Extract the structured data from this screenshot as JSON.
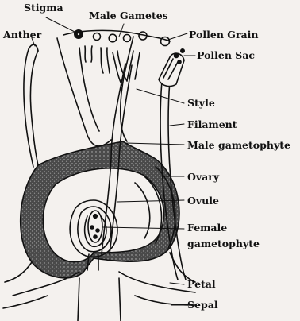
{
  "diagram": {
    "labels": {
      "stigma": "Stigma",
      "anther": "Anther",
      "male_gametes": "Male Gametes",
      "pollen_grain": "Pollen Grain",
      "pollen_sac": "Pollen Sac",
      "style": "Style",
      "filament": "Filament",
      "male_gametophyte": "Male gametophyte",
      "ovary": "Ovary",
      "ovule": "Ovule",
      "female_line1": "Female",
      "female_line2": "gametophyte",
      "petal": "Petal",
      "sepal": "Sepal"
    },
    "colors": {
      "ink": "#111111",
      "background": "#f4f1ee",
      "ovary_wall": "#3a3a3a"
    }
  }
}
